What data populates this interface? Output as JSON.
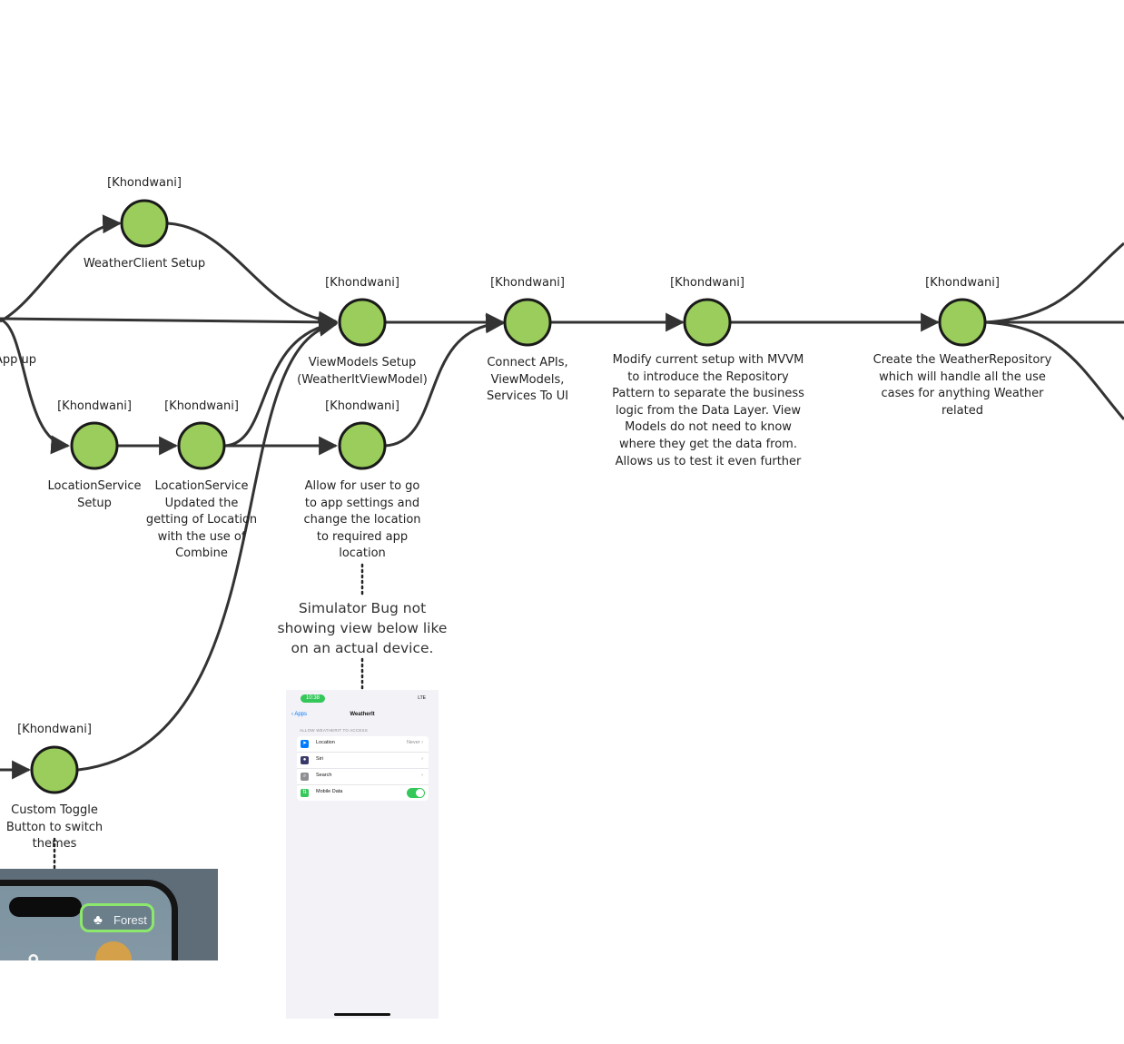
{
  "colors": {
    "node_fill": "#9acd5c",
    "node_stroke": "#1a1a1a",
    "line": "#333333",
    "background": "#ffffff"
  },
  "milestones": [
    {
      "author": "[Khondwani]",
      "label": "WeatherClient Setup"
    },
    {
      "author": "[Khondwani]",
      "label": "ViewModels Setup (WeatherItViewModel)"
    },
    {
      "author": "[Khondwani]",
      "label": "Connect APIs, ViewModels, Services To UI"
    },
    {
      "author": "[Khondwani]",
      "label": "Modify current setup with MVVM to introduce the Repository Pattern to separate the business logic from the Data Layer. View Models do not need to know where they get the data from. Allows us to test it even further"
    },
    {
      "author": "[Khondwani]",
      "label": "Create the WeatherRepository which will handle all the use cases for anything Weather related"
    },
    {
      "author": "[Khondwani]",
      "label": "LocationService Setup"
    },
    {
      "author": "[Khondwani]",
      "label": "LocationService Updated the getting of Location with the use of Combine"
    },
    {
      "author": "[Khondwani]",
      "label": "Allow for user to go to app settings and change the location to required app location"
    },
    {
      "author": "[Khondwani]",
      "label": "Custom Toggle Button to switch themes"
    }
  ],
  "partial_left_label": "App up",
  "note": "Simulator Bug not showing view below like on an actual device.",
  "phone_screen": {
    "time": "10:38",
    "status": "LTE",
    "back_label": "Apps",
    "title": "WeatherIt",
    "section_header": "ALLOW WEATHERIT TO ACCESS",
    "rows": [
      {
        "label": "Location",
        "value": "Never",
        "icon": "location-arrow-icon",
        "icon_color": "#007aff"
      },
      {
        "label": "Siri",
        "value": "",
        "icon": "siri-icon",
        "icon_color": "#3a3a6a"
      },
      {
        "label": "Search",
        "value": "",
        "icon": "magnifier-icon",
        "icon_color": "#8e8e93"
      },
      {
        "label": "Mobile Data",
        "value": "",
        "icon": "antenna-icon",
        "icon_color": "#34c759"
      }
    ]
  },
  "toggle_screenshot": {
    "button_label": "Forest",
    "icon": "tree-icon"
  }
}
